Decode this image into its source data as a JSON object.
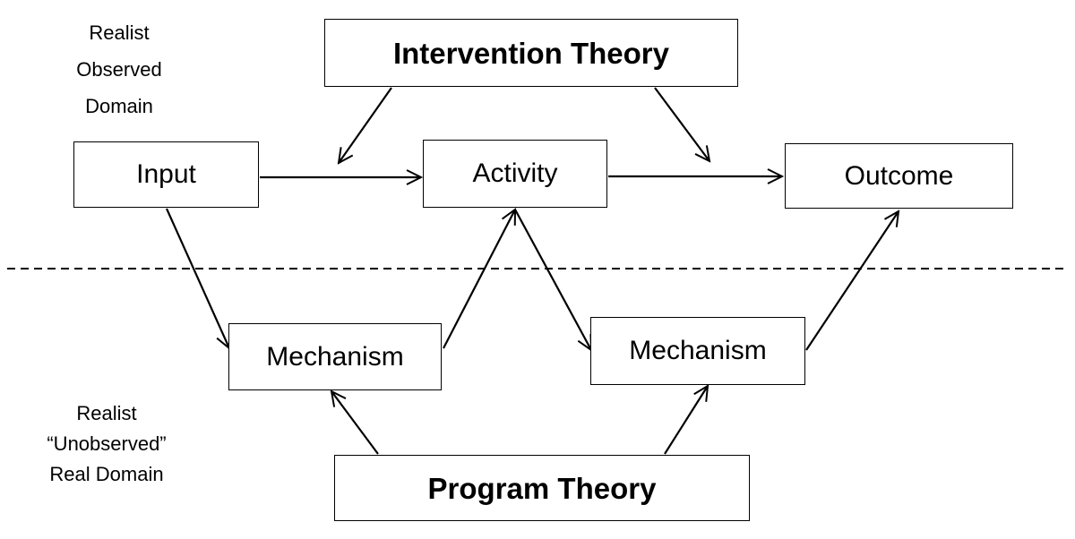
{
  "boxes": {
    "intervention_theory": "Intervention Theory",
    "input": "Input",
    "activity": "Activity",
    "outcome": "Outcome",
    "mechanism_left": "Mechanism",
    "mechanism_right": "Mechanism",
    "program_theory": "Program Theory"
  },
  "domains": {
    "observed": [
      "Realist",
      "Observed",
      "Domain"
    ],
    "unobserved": [
      "Realist",
      "“Unobserved”",
      "Real Domain"
    ]
  },
  "colors": {
    "stroke": "#000000",
    "background": "#ffffff"
  }
}
